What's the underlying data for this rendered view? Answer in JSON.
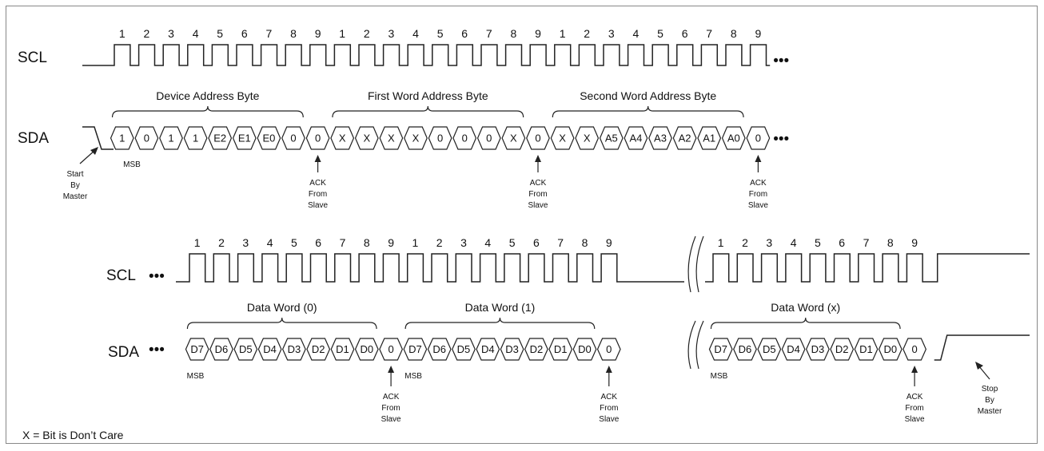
{
  "signals": {
    "scl": "SCL",
    "sda": "SDA",
    "continuation": "•••"
  },
  "clock_numbers": [
    "1",
    "2",
    "3",
    "4",
    "5",
    "6",
    "7",
    "8",
    "9"
  ],
  "groups": {
    "device_address": "Device Address Byte",
    "first_word": "First Word Address Byte",
    "second_word": "Second Word Address Byte",
    "data_word_0": "Data Word (0)",
    "data_word_1": "Data Word (1)",
    "data_word_x": "Data Word (x)"
  },
  "bytes_top": [
    [
      "1",
      "0",
      "1",
      "1",
      "E2",
      "E1",
      "E0",
      "0"
    ],
    [
      "X",
      "X",
      "X",
      "X",
      "0",
      "0",
      "0",
      "X"
    ],
    [
      "X",
      "X",
      "A5",
      "A4",
      "A3",
      "A2",
      "A1",
      "A0"
    ]
  ],
  "data_bits": [
    "D7",
    "D6",
    "D5",
    "D4",
    "D3",
    "D2",
    "D1",
    "D0"
  ],
  "ack_bit": "0",
  "labels": {
    "msb": "MSB",
    "start": [
      "Start",
      "By",
      "Master"
    ],
    "ack": [
      "ACK",
      "From",
      "Slave"
    ],
    "stop": [
      "Stop",
      "By",
      "Master"
    ]
  },
  "footnote": "X = Bit is Don’t Care"
}
